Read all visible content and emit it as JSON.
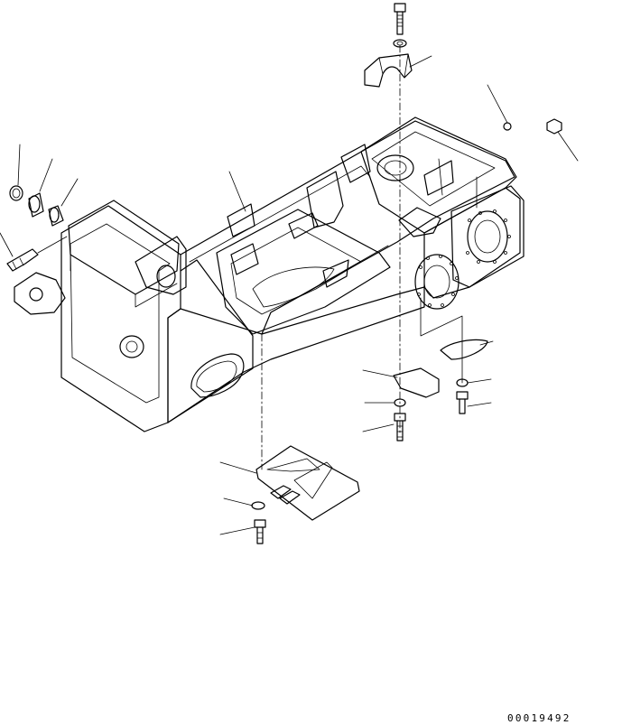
{
  "diagram": {
    "reference_id": "00019492",
    "line_color": "#000000",
    "background_color": "#ffffff",
    "parts": [
      {
        "name": "bolt",
        "icon": "bolt-icon"
      },
      {
        "name": "washer",
        "icon": "washer-icon"
      },
      {
        "name": "cap",
        "icon": "cap-icon"
      },
      {
        "name": "grease-fitting",
        "icon": "grease-fitting-icon"
      },
      {
        "name": "snap-ring",
        "icon": "ring-icon"
      },
      {
        "name": "bushing",
        "icon": "bushing-icon"
      },
      {
        "name": "fitting",
        "icon": "fitting-icon"
      },
      {
        "name": "plate",
        "icon": "plate-icon"
      },
      {
        "name": "cover",
        "icon": "cover-icon"
      },
      {
        "name": "main-frame",
        "icon": "frame-icon"
      }
    ]
  }
}
